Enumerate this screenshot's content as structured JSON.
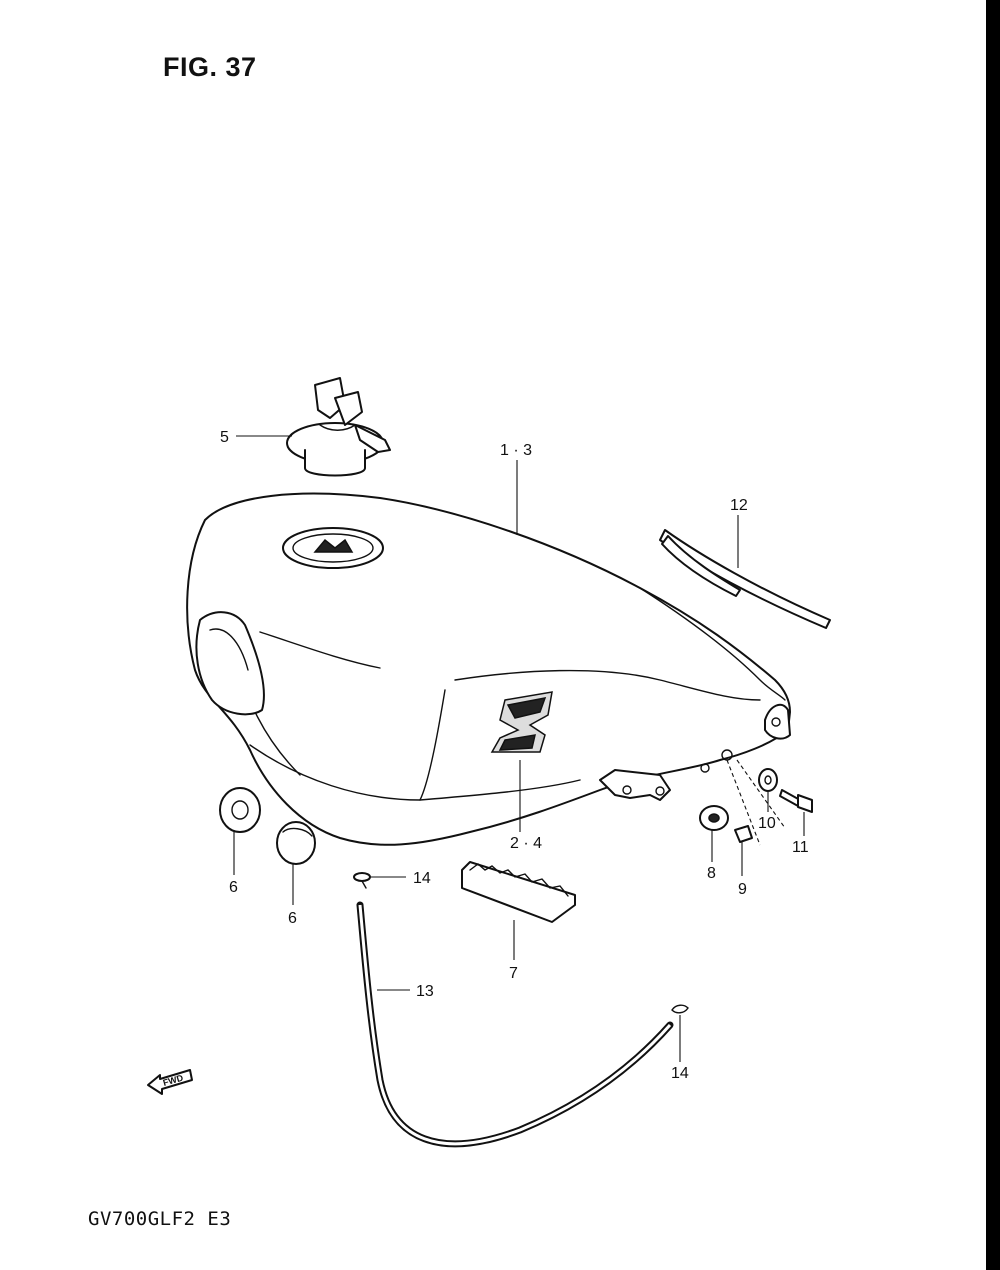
{
  "title": "FIG. 37",
  "footer": "GV700GLF2  E3",
  "fwd_label": "FWD",
  "callouts": {
    "fuel_tank": "1 · 3",
    "emblem": "2 · 4",
    "fuel_cap": "5",
    "cushion_a": "6",
    "cushion_b": "6",
    "cushion_rear": "7",
    "grommet": "8",
    "spacer": "9",
    "washer": "10",
    "bolt": "11",
    "tape": "12",
    "hose": "13",
    "clamp_top": "14",
    "clamp_bottom": "14"
  }
}
